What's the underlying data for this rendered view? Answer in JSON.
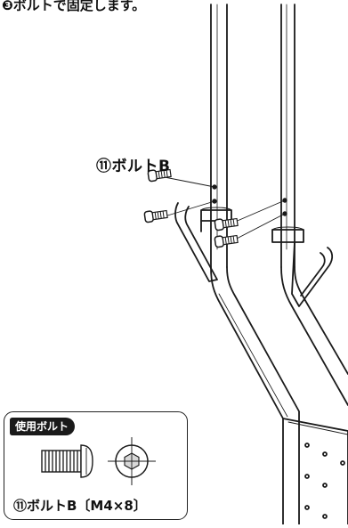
{
  "top_caption": "❸ボルトで固定します。",
  "callout_label": "⑪ボルトB",
  "parts_box": {
    "badge": "使用ボルト",
    "caption": "⑪ボルトB〔M4×8〕"
  },
  "icons": [
    "hex-socket-bolt-icon",
    "bolt-side-view-icon",
    "hex-socket-head-icon"
  ]
}
